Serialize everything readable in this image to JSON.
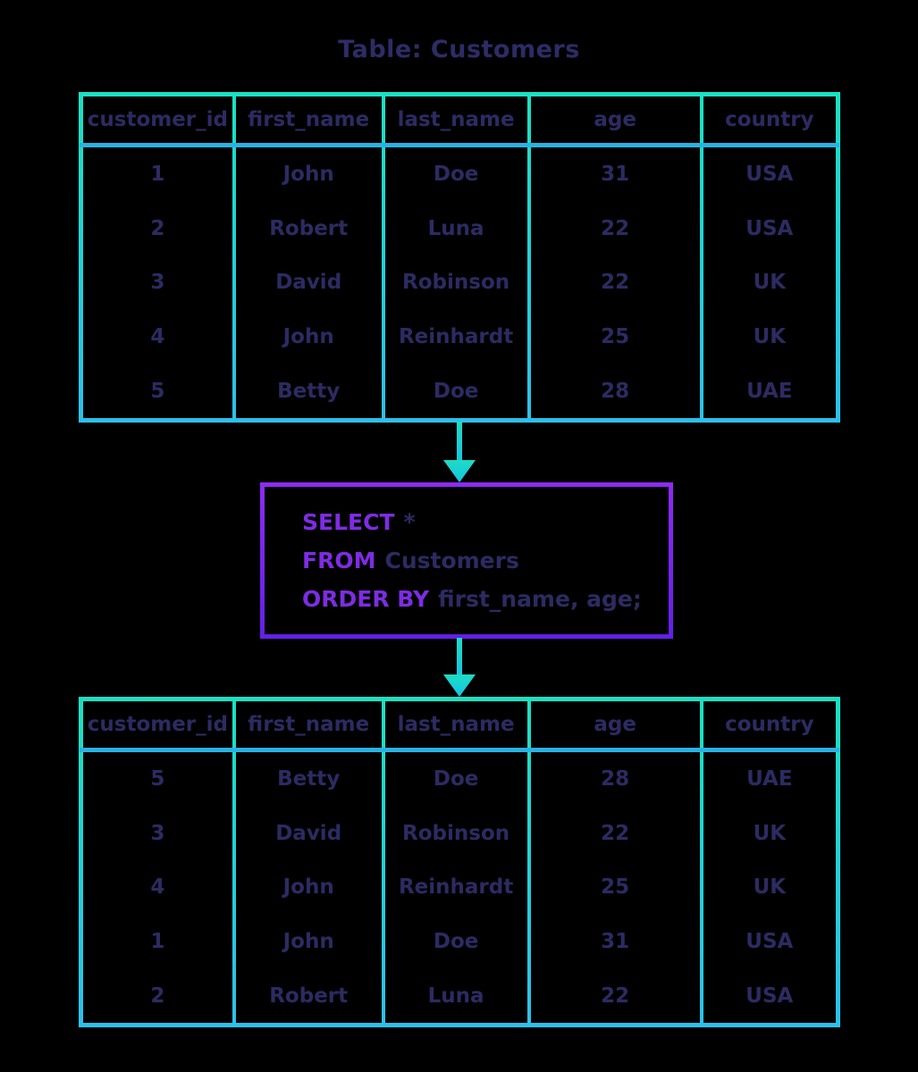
{
  "title": "Table: Customers",
  "columns": [
    "customer_id",
    "first_name",
    "last_name",
    "age",
    "country"
  ],
  "source_table": {
    "rows": [
      [
        "1",
        "John",
        "Doe",
        "31",
        "USA"
      ],
      [
        "2",
        "Robert",
        "Luna",
        "22",
        "USA"
      ],
      [
        "3",
        "David",
        "Robinson",
        "22",
        "UK"
      ],
      [
        "4",
        "John",
        "Reinhardt",
        "25",
        "UK"
      ],
      [
        "5",
        "Betty",
        "Doe",
        "28",
        "UAE"
      ]
    ]
  },
  "query": {
    "lines": [
      {
        "keyword": "SELECT",
        "code": "*"
      },
      {
        "keyword": "FROM",
        "code": "Customers"
      },
      {
        "keyword": "ORDER BY",
        "code": "first_name, age;"
      }
    ]
  },
  "result_table": {
    "rows": [
      [
        "5",
        "Betty",
        "Doe",
        "28",
        "UAE"
      ],
      [
        "3",
        "David",
        "Robinson",
        "22",
        "UK"
      ],
      [
        "4",
        "John",
        "Reinhardt",
        "25",
        "UK"
      ],
      [
        "1",
        "John",
        "Doe",
        "31",
        "USA"
      ],
      [
        "2",
        "Robert",
        "Luna",
        "22",
        "USA"
      ]
    ]
  },
  "icons": {
    "arrow_1": "arrow-down-icon",
    "arrow_2": "arrow-down-icon"
  },
  "colors": {
    "background": "#000000",
    "table_border_top": "#18e2c2",
    "table_border_bottom": "#2cc0ea",
    "header_separator": "#29b2e2",
    "text_navy": "#2c2b62",
    "keyword_purple": "#7e2ce3",
    "query_border_top": "#8e2bf4",
    "query_border_bottom": "#6220e6",
    "arrow_top": "#1edcc4",
    "arrow_bottom": "#14c4e4"
  }
}
